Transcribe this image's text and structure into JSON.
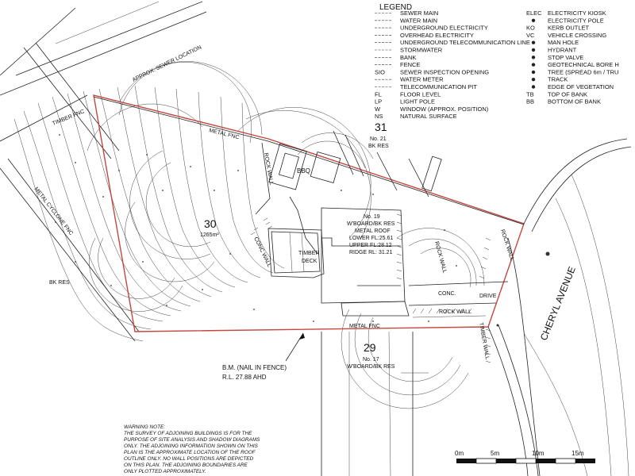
{
  "legend": {
    "title": "LEGEND",
    "left_items": [
      {
        "code": "",
        "label": "SEWER MAIN"
      },
      {
        "code": "",
        "label": "WATER MAIN"
      },
      {
        "code": "",
        "label": "UNDERGROUND ELECTRICITY"
      },
      {
        "code": "",
        "label": "OVERHEAD ELECTRICITY"
      },
      {
        "code": "",
        "label": "UNDERGROUND TELECOMMUNICATION LINE"
      },
      {
        "code": "",
        "label": "STORMWATER"
      },
      {
        "code": "",
        "label": "BANK"
      },
      {
        "code": "",
        "label": "FENCE"
      },
      {
        "code": "SIO",
        "label": "SEWER INSPECTION OPENING"
      },
      {
        "code": "",
        "label": "WATER METER"
      },
      {
        "code": "",
        "label": "TELECOMMUNICATION PIT"
      },
      {
        "code": "FL",
        "label": "FLOOR LEVEL"
      },
      {
        "code": "LP",
        "label": "LIGHT POLE"
      },
      {
        "code": "W",
        "label": "WINDOW (APPROX. POSITION)"
      },
      {
        "code": "NS",
        "label": "NATURAL SURFACE"
      }
    ],
    "right_items": [
      {
        "code": "ELEC",
        "label": "ELECTRICITY KIOSK"
      },
      {
        "code": "",
        "label": "ELECTRICITY POLE"
      },
      {
        "code": "KO",
        "label": "KERB OUTLET"
      },
      {
        "code": "VC",
        "label": "VEHICLE CROSSING"
      },
      {
        "code": "",
        "label": "MAN HOLE"
      },
      {
        "code": "",
        "label": "HYDRANT"
      },
      {
        "code": "",
        "label": "STOP VALVE"
      },
      {
        "code": "",
        "label": "GEOTECHNICAL BORE H"
      },
      {
        "code": "",
        "label": "TREE (SPREAD 6m / TRU"
      },
      {
        "code": "",
        "label": "TRACK"
      },
      {
        "code": "",
        "label": "EDGE OF VEGETATION"
      },
      {
        "code": "TB",
        "label": "TOP OF BANK"
      },
      {
        "code": "BB",
        "label": "BOTTOM OF BANK"
      }
    ]
  },
  "labels": {
    "approx_sewer": "APPROX. SEWER LOCATION",
    "timber_fnc": "TIMBER FNC",
    "metal_fnc_top": "METAL FNC",
    "lot31": "31",
    "lot31_sub1": "No. 21",
    "lot31_sub2": "BK RES",
    "rock_wall_1": "ROCK WALL",
    "bbq": "BBQ",
    "lot30": "30",
    "lot30_area": "1265m²",
    "conc_wall": "CONC WALL",
    "metal_cyclone": "METAL CYCLONE FNC",
    "bk_res_left": "BK RES",
    "house_1": "No. 19",
    "house_2": "W'BOARD/BK RES",
    "house_3": "METAL ROOF",
    "house_4": "LOWER FL:25.61",
    "house_5": "UPPER FL:28.12",
    "house_6": "RIDGE RL: 31.21",
    "timber_deck_1": "TIMBER",
    "timber_deck_2": "DECK",
    "rock_wall_2": "ROCK WALL",
    "rock_wall_3": "ROCK WALL",
    "rock_wall_4": "ROCK WALL",
    "conc": "CONC.",
    "drive": "DRIVE",
    "metal_fnc_bottom": "METAL FNC",
    "timber_wall": "TIMBER WALL",
    "lot29": "29",
    "lot29_sub1": "No. 17",
    "lot29_sub2": "W'BOARD/BK RES",
    "cheryl": "CHERYL AVENUE",
    "bm1": "B.M. (NAIL IN FENCE)",
    "bm2": "R.L. 27.88 AHD"
  },
  "warning": {
    "title": "WARNING NOTE:",
    "lines": [
      "THE SURVEY OF ADJOINING BUILDINGS IS FOR THE",
      "PURPOSE OF SITE ANALYSIS AND SHADOW DIAGRAMS",
      "ONLY. THE ADJOINING INFORMATION SHOWN ON THIS",
      "PLAN IS THE APPROXIMATE LOCATION OF THE ROOF",
      "OUTLINE ONLY. NO WALL POSITIONS ARE DEPICTED",
      "ON THIS PLAN. THE ADJOINING BOUNDARIES ARE",
      "ONLY PLOTTED APPROXIMATELY."
    ]
  },
  "scale": {
    "ticks": [
      "0m",
      "5m",
      "10m",
      "15m"
    ]
  },
  "colors": {
    "boundary": "#c4473f",
    "ink": "#222222"
  }
}
